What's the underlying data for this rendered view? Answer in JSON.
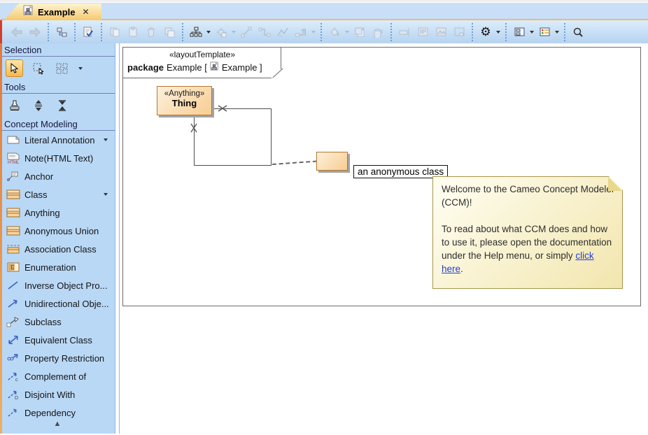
{
  "window": {
    "tab": {
      "title": "Example",
      "close_glyph": "✕"
    }
  },
  "toolbar": {
    "gear_glyph": "⚙",
    "icons": [
      "back-icon",
      "forward-icon",
      "containment-tree-icon",
      "validate-diagram-icon",
      "copy-icon",
      "paste-icon",
      "delete-icon",
      "copy-formatting-icon",
      "quick-layout-icon",
      "align-shapes-icon",
      "draw-line-icon",
      "rectilinear-path-icon",
      "oblique-path-icon",
      "path-layout-icon",
      "fill-color-icon",
      "bring-to-front-icon",
      "apply-style-icon",
      "resize-width-icon",
      "edit-compartment-icon",
      "show-image-icon",
      "show-frame-icon",
      "diagram-options-gear-icon",
      "diagram-window-icon",
      "legend-icon",
      "zoom-icon"
    ]
  },
  "sidebar": {
    "selection_title": "Selection",
    "tools_title": "Tools",
    "concept_title": "Concept Modeling",
    "scroll_up_glyph": "▲",
    "items": [
      {
        "label": "Literal Annotation",
        "icon": "literal-annotation-icon",
        "dropdown": true
      },
      {
        "label": "Note(HTML Text)",
        "icon": "note-html-icon",
        "dropdown": false
      },
      {
        "label": "Anchor",
        "icon": "anchor-icon",
        "dropdown": false
      },
      {
        "label": "Class",
        "icon": "class-icon",
        "dropdown": true
      },
      {
        "label": "Anything",
        "icon": "anything-icon",
        "dropdown": false
      },
      {
        "label": "Anonymous Union",
        "icon": "anonymous-union-icon",
        "dropdown": false
      },
      {
        "label": "Association Class",
        "icon": "association-class-icon",
        "dropdown": false
      },
      {
        "label": "Enumeration",
        "icon": "enumeration-icon",
        "dropdown": false
      },
      {
        "label": "Inverse Object Pro...",
        "icon": "inverse-object-property-icon",
        "dropdown": false
      },
      {
        "label": "Unidirectional Obje...",
        "icon": "unidirectional-object-property-icon",
        "dropdown": false
      },
      {
        "label": "Subclass",
        "icon": "subclass-icon",
        "dropdown": false
      },
      {
        "label": "Equivalent Class",
        "icon": "equivalent-class-icon",
        "dropdown": false
      },
      {
        "label": "Property Restriction",
        "icon": "property-restriction-icon",
        "dropdown": false
      },
      {
        "label": "Complement of",
        "icon": "complement-of-icon",
        "dropdown": false
      },
      {
        "label": "Disjoint With",
        "icon": "disjoint-with-icon",
        "dropdown": false
      },
      {
        "label": "Dependency",
        "icon": "dependency-icon",
        "dropdown": false
      }
    ]
  },
  "diagram": {
    "frame": {
      "stereotype": "«layoutTemplate»",
      "kind": "package",
      "name_open": "Example [",
      "name_close": "Example ]"
    },
    "thing": {
      "stereotype": "«Anything»",
      "name": "Thing"
    },
    "anonymous_label": "an anonymous class",
    "note": {
      "p1": "Welcome to the Cameo Concept Modeler (CCM)!",
      "p2_before": "To read about what CCM does and how to use it, please open the documentation under the Help menu, or simply ",
      "link": "click here",
      "p2_after": "."
    }
  },
  "colors": {
    "tab_active": "#f6c86e",
    "tab_bar": "#c8dff7",
    "sidebar_bg": "#b9d8f6",
    "class_fill": "#f8cd92",
    "class_border": "#b5782c",
    "note_fill": "#f7edbd",
    "link": "#1f3fd4",
    "left_edge_red": "#d63c2a",
    "left_edge_orange": "#e9964f"
  }
}
